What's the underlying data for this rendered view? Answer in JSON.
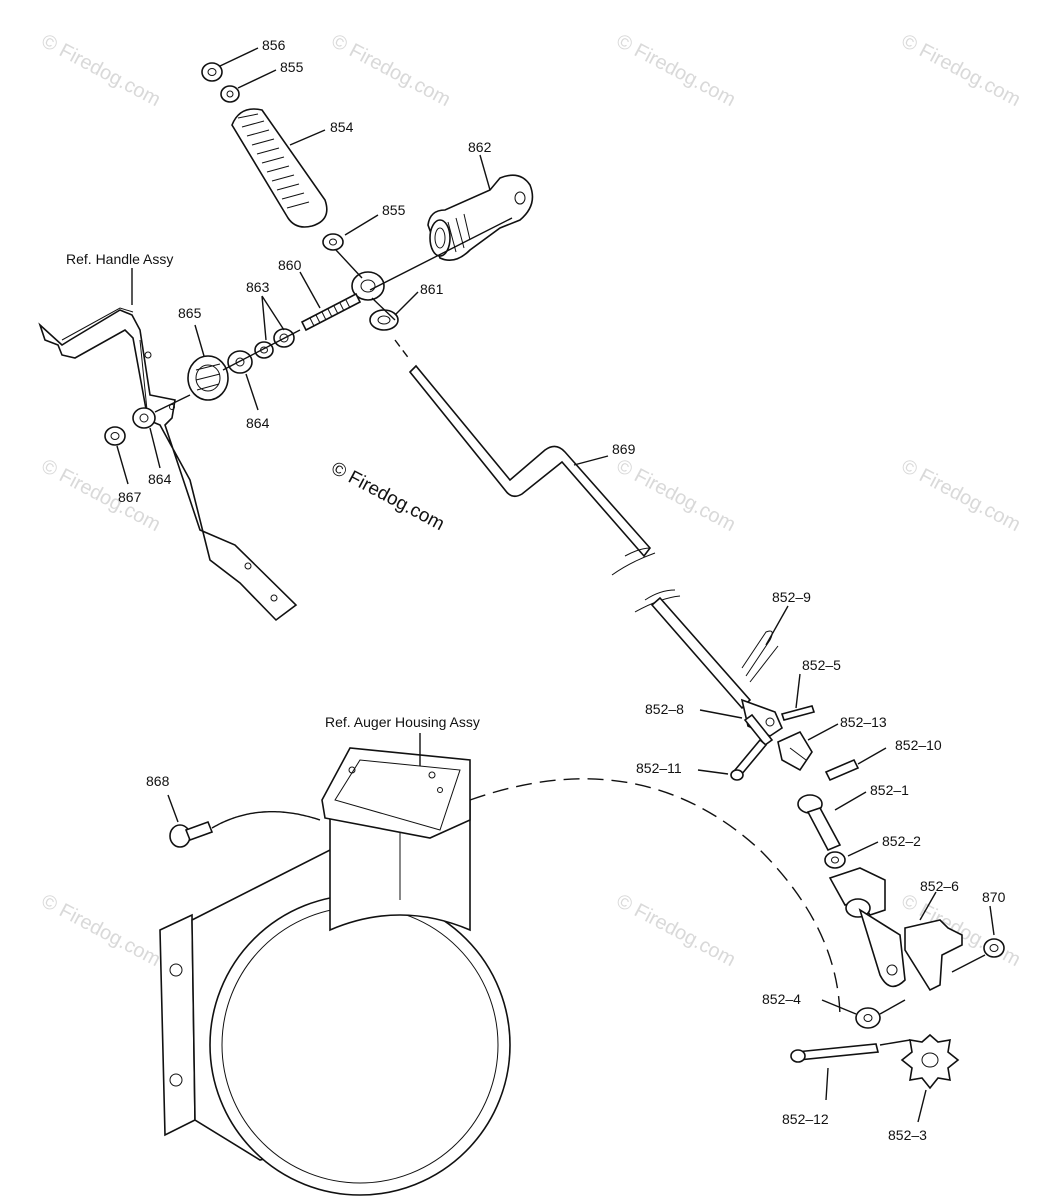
{
  "watermark": "© Firedog.com",
  "center_watermark": "© Firedog.com",
  "refs": {
    "handle": "Ref. Handle Assy",
    "auger": "Ref. Auger Housing Assy"
  },
  "labels": [
    {
      "id": "856",
      "text": "856"
    },
    {
      "id": "855a",
      "text": "855"
    },
    {
      "id": "854",
      "text": "854"
    },
    {
      "id": "862",
      "text": "862"
    },
    {
      "id": "855b",
      "text": "855"
    },
    {
      "id": "860",
      "text": "860"
    },
    {
      "id": "863",
      "text": "863"
    },
    {
      "id": "861",
      "text": "861"
    },
    {
      "id": "865",
      "text": "865"
    },
    {
      "id": "864a",
      "text": "864"
    },
    {
      "id": "864b",
      "text": "864"
    },
    {
      "id": "867",
      "text": "867"
    },
    {
      "id": "869",
      "text": "869"
    },
    {
      "id": "852-9",
      "text": "852–9"
    },
    {
      "id": "852-5",
      "text": "852–5"
    },
    {
      "id": "852-8",
      "text": "852–8"
    },
    {
      "id": "852-13",
      "text": "852–13"
    },
    {
      "id": "852-10",
      "text": "852–10"
    },
    {
      "id": "852-11",
      "text": "852–11"
    },
    {
      "id": "852-1",
      "text": "852–1"
    },
    {
      "id": "852-2",
      "text": "852–2"
    },
    {
      "id": "852-6",
      "text": "852–6"
    },
    {
      "id": "870",
      "text": "870"
    },
    {
      "id": "868",
      "text": "868"
    },
    {
      "id": "852-4",
      "text": "852–4"
    },
    {
      "id": "852-12",
      "text": "852–12"
    },
    {
      "id": "852-3",
      "text": "852–3"
    }
  ]
}
